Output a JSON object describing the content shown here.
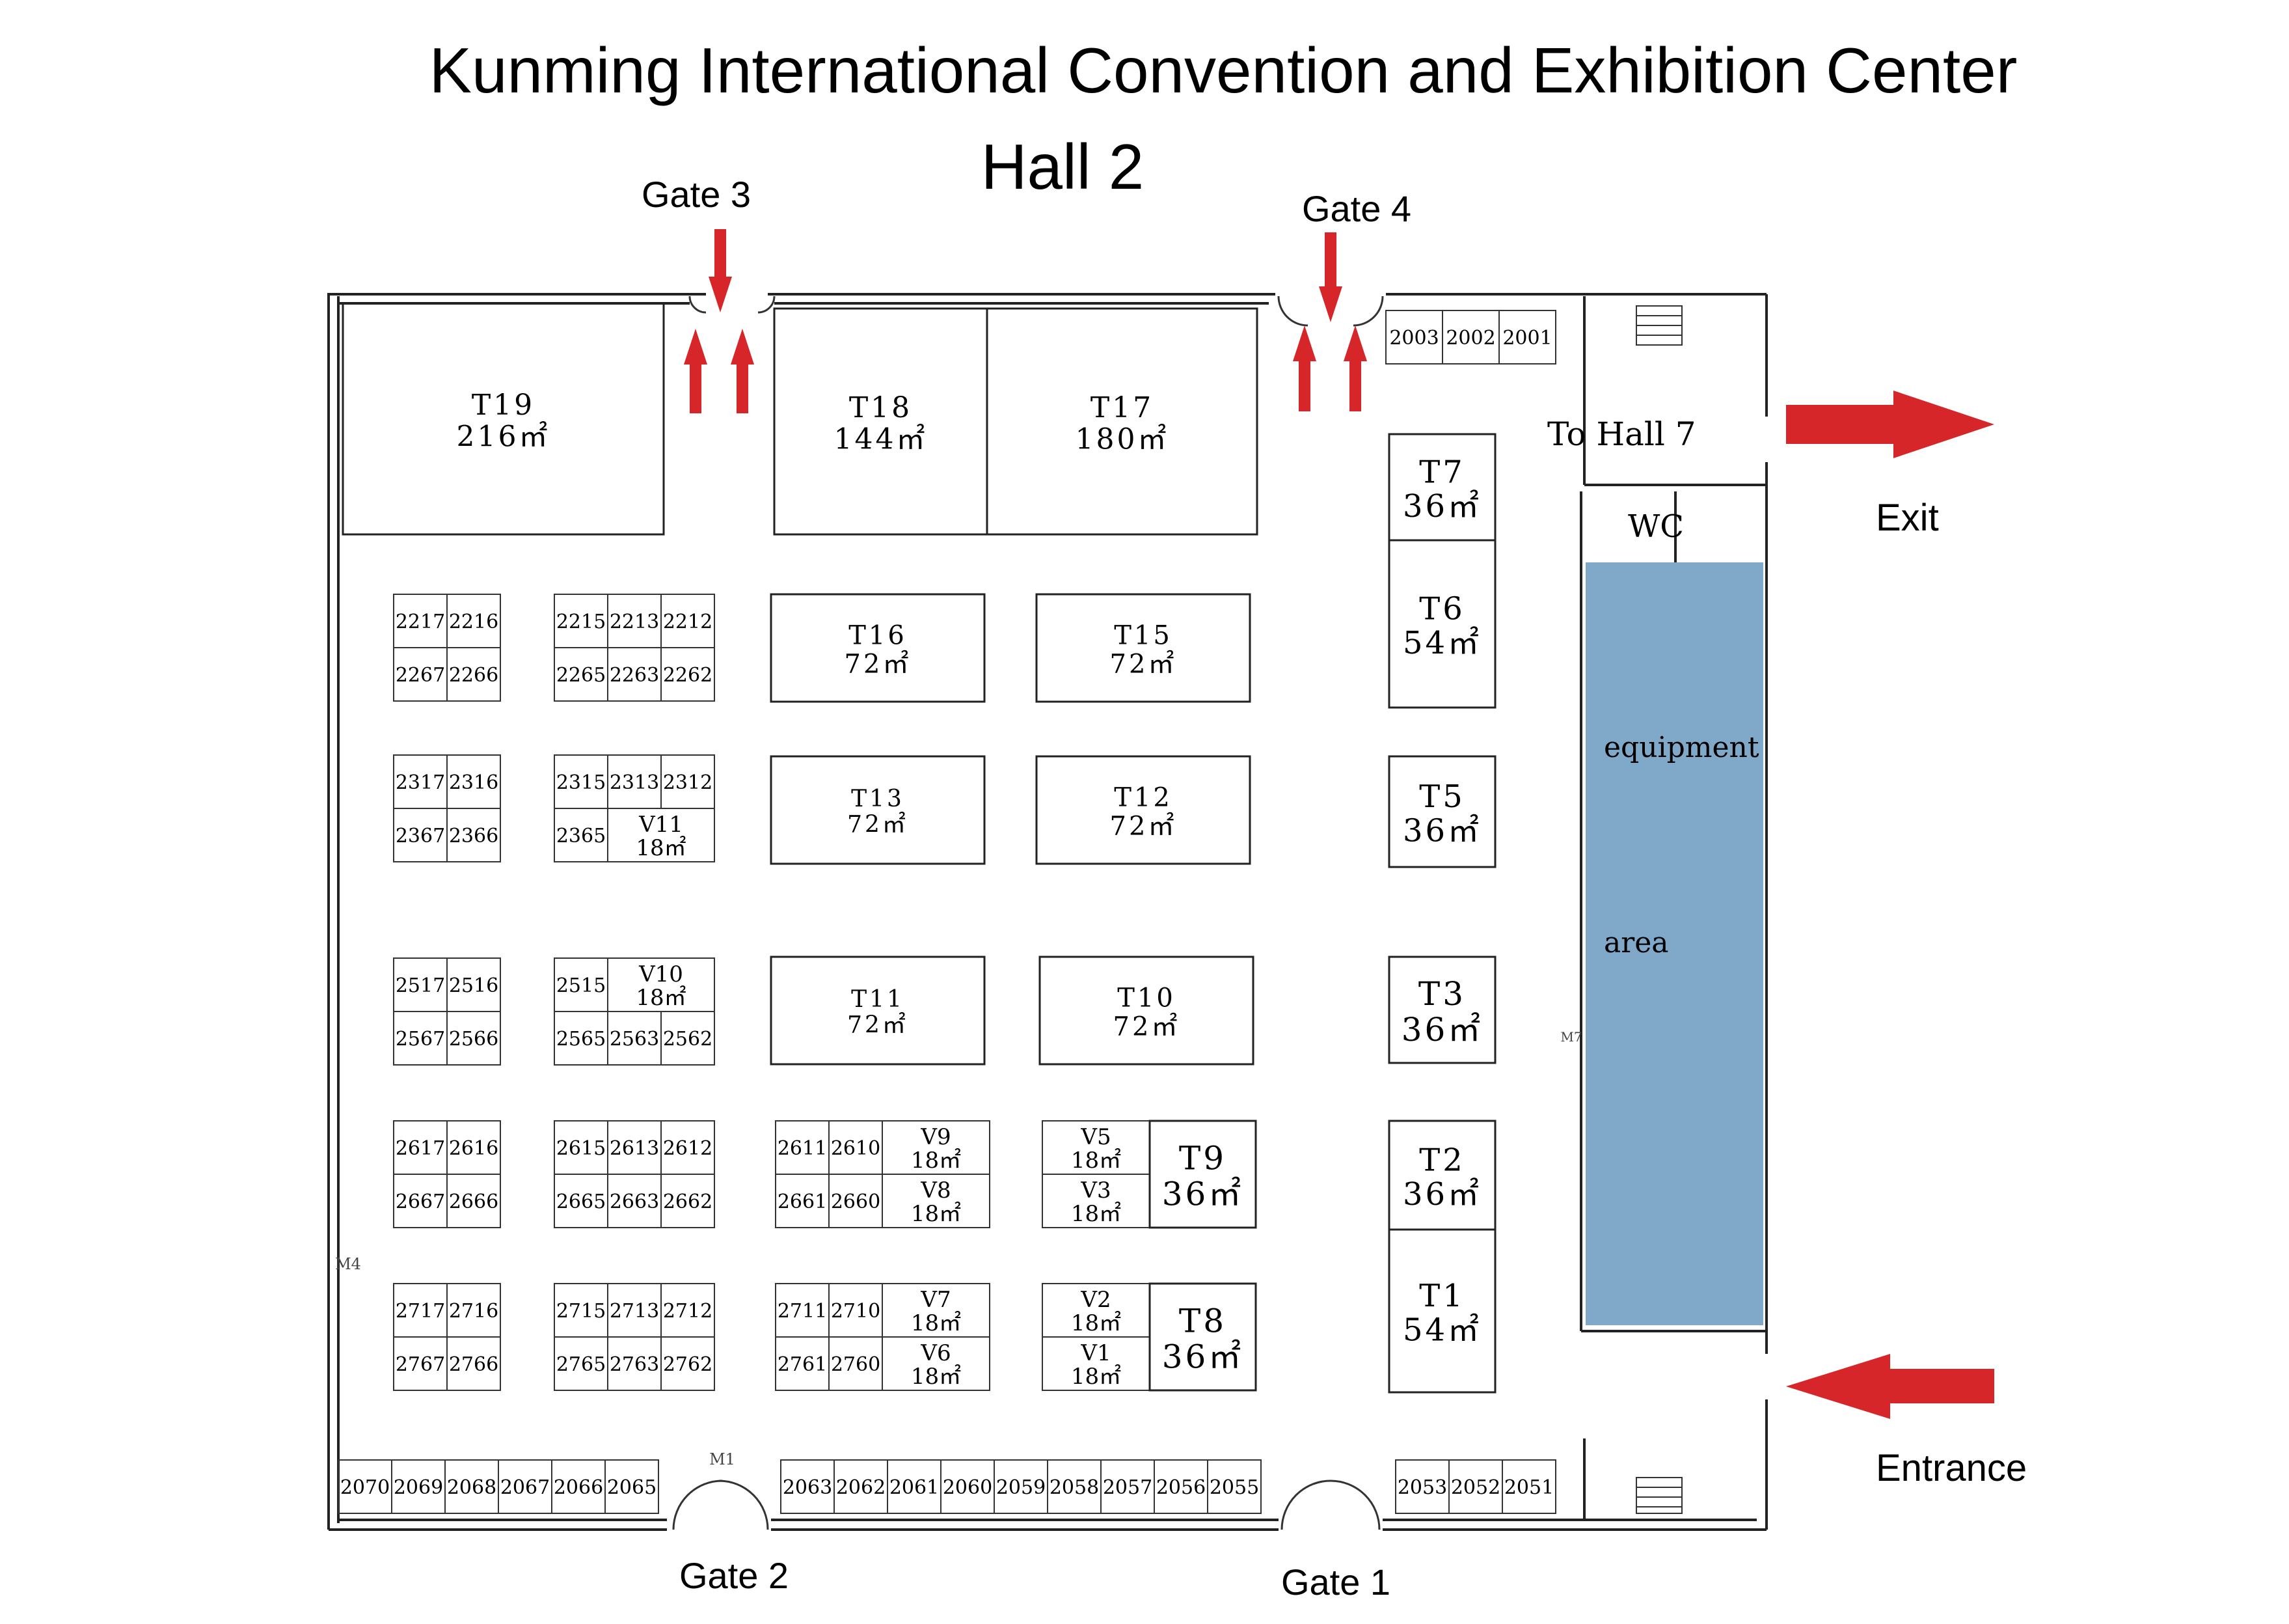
{
  "header": {
    "title": "Kunming International Convention and Exhibition Center",
    "subtitle": "Hall 2"
  },
  "gates": {
    "gate1": "Gate 1",
    "gate2": "Gate 2",
    "gate3": "Gate 3",
    "gate4": "Gate 4"
  },
  "labels": {
    "to_hall": "To Hall 7",
    "exit": "Exit",
    "entrance": "Entrance",
    "wc": "WC",
    "equipment_1": "equipment",
    "equipment_2": "area",
    "m1": "M1",
    "m4": "M4",
    "m7": "M7"
  },
  "colors": {
    "equipment": "#7fa8c9",
    "arrow": "#d7262a",
    "line": "#222222"
  },
  "large_booths": {
    "T19": {
      "id": "T19",
      "area": "216㎡"
    },
    "T18": {
      "id": "T18",
      "area": "144㎡"
    },
    "T17": {
      "id": "T17",
      "area": "180㎡"
    },
    "T16": {
      "id": "T16",
      "area": "72㎡"
    },
    "T15": {
      "id": "T15",
      "area": "72㎡"
    },
    "T13": {
      "id": "T13",
      "area": "72㎡"
    },
    "T12": {
      "id": "T12",
      "area": "72㎡"
    },
    "T11": {
      "id": "T11",
      "area": "72㎡"
    },
    "T10": {
      "id": "T10",
      "area": "72㎡"
    },
    "T9": {
      "id": "T9",
      "area": "36㎡"
    },
    "T8": {
      "id": "T8",
      "area": "36㎡"
    },
    "T7": {
      "id": "T7",
      "area": "36㎡"
    },
    "T6": {
      "id": "T6",
      "area": "54㎡"
    },
    "T5": {
      "id": "T5",
      "area": "36㎡"
    },
    "T3": {
      "id": "T3",
      "area": "36㎡"
    },
    "T2": {
      "id": "T2",
      "area": "36㎡"
    },
    "T1": {
      "id": "T1",
      "area": "54㎡"
    }
  },
  "v_booths": {
    "V11": {
      "id": "V11",
      "area": "18㎡"
    },
    "V10": {
      "id": "V10",
      "area": "18㎡"
    },
    "V9": {
      "id": "V9",
      "area": "18㎡"
    },
    "V8": {
      "id": "V8",
      "area": "18㎡"
    },
    "V7": {
      "id": "V7",
      "area": "18㎡"
    },
    "V6": {
      "id": "V6",
      "area": "18㎡"
    },
    "V5": {
      "id": "V5",
      "area": "18㎡"
    },
    "V3": {
      "id": "V3",
      "area": "18㎡"
    },
    "V2": {
      "id": "V2",
      "area": "18㎡"
    },
    "V1": {
      "id": "V1",
      "area": "18㎡"
    }
  },
  "small_booths": {
    "top_right": [
      "2003",
      "2002",
      "2001"
    ],
    "bottom_left": [
      "2070",
      "2069",
      "2068",
      "2067",
      "2066",
      "2065"
    ],
    "bottom_mid": [
      "2063",
      "2062",
      "2061",
      "2060",
      "2059",
      "2058",
      "2057",
      "2056",
      "2055"
    ],
    "bottom_right": [
      "2053",
      "2052",
      "2051"
    ],
    "row22_a": [
      "2217",
      "2216",
      "2267",
      "2266"
    ],
    "row22_b": [
      "2215",
      "2213",
      "2212",
      "2265",
      "2263",
      "2262"
    ],
    "row23_a": [
      "2317",
      "2316",
      "2367",
      "2366"
    ],
    "row23_b": [
      "2315",
      "2313",
      "2312",
      "2365"
    ],
    "row25_a": [
      "2517",
      "2516",
      "2567",
      "2566"
    ],
    "row25_b": [
      "2515",
      "2565",
      "2563",
      "2562"
    ],
    "row26_a": [
      "2617",
      "2616",
      "2667",
      "2666"
    ],
    "row26_b": [
      "2615",
      "2613",
      "2612",
      "2665",
      "2663",
      "2662"
    ],
    "row26_c": [
      "2611",
      "2610",
      "2661",
      "2660"
    ],
    "row27_a": [
      "2717",
      "2716",
      "2767",
      "2766"
    ],
    "row27_b": [
      "2715",
      "2713",
      "2712",
      "2765",
      "2763",
      "2762"
    ],
    "row27_c": [
      "2711",
      "2710",
      "2761",
      "2760"
    ]
  }
}
